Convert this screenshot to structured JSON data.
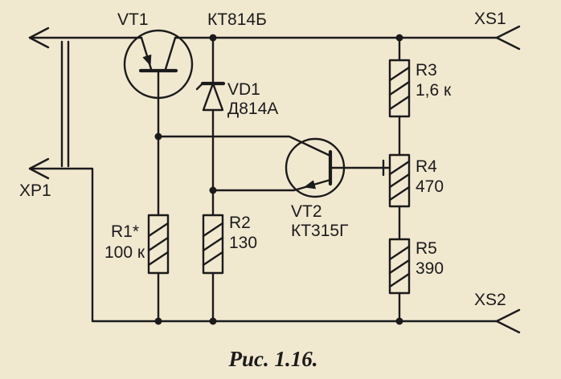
{
  "colors": {
    "paper": "#f1e8d0",
    "ink": "#1b1b1b"
  },
  "caption": "Рис. 1.16.",
  "connectors": {
    "xp1": {
      "label": "XP1"
    },
    "xs1": {
      "label": "XS1"
    },
    "xs2": {
      "label": "XS2"
    }
  },
  "transistors": {
    "vt1": {
      "ref": "VT1",
      "part": "КТ814Б"
    },
    "vt2": {
      "ref": "VT2",
      "part": "КТ315Г"
    }
  },
  "diodes": {
    "vd1": {
      "ref": "VD1",
      "part": "Д814А"
    }
  },
  "resistors": {
    "r1": {
      "ref": "R1*",
      "value": "100 к"
    },
    "r2": {
      "ref": "R2",
      "value": "130"
    },
    "r3": {
      "ref": "R3",
      "value": "1,6 к"
    },
    "r4": {
      "ref": "R4",
      "value": "470"
    },
    "r5": {
      "ref": "R5",
      "value": "390"
    }
  }
}
